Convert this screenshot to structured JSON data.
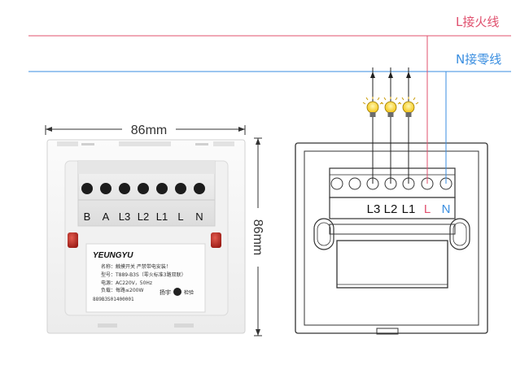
{
  "wiring": {
    "live_label": "L接火线",
    "neutral_label": "N接零线",
    "live_color": "#e0506e",
    "neutral_color": "#3a8ee0"
  },
  "dimensions": {
    "width_label": "86mm",
    "height_label": "86mm"
  },
  "back_panel": {
    "terminals": [
      "B",
      "A",
      "L3",
      "L2",
      "L1",
      "L",
      "N"
    ],
    "nameplate": {
      "brand": "YEUNGYU",
      "line1": "名称：触摸开关  严禁带电安装！",
      "line2": "型号：T889-B3S（零火标准3路双联）",
      "line3": "电源：AC220V，50Hz",
      "line4": "负载：每路≤200W",
      "line5": "889B3S01400001",
      "logo_text": "扬宇",
      "stamp_text": "检验"
    }
  },
  "wiring_diagram": {
    "terminal_labels": [
      "L3",
      "L2",
      "L1",
      "L",
      "N"
    ],
    "label_L_color": "#e0506e",
    "label_N_color": "#3a8ee0"
  },
  "icons": {
    "bulb": "light-bulb-icon"
  }
}
